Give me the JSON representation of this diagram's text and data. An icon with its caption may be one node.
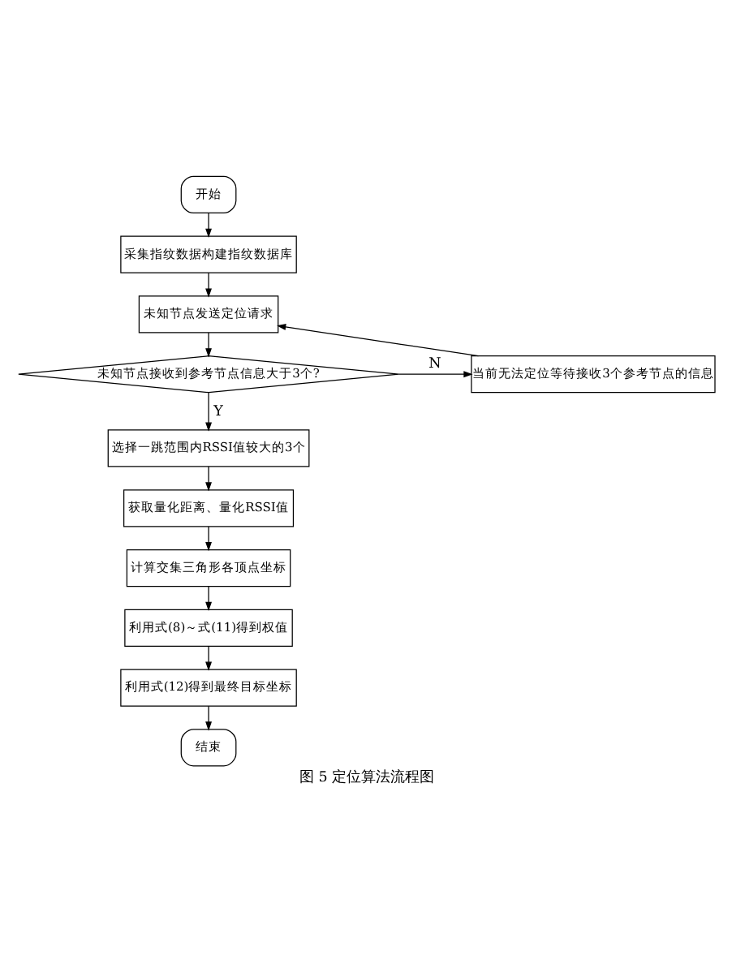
{
  "diagram": {
    "caption": "图 5 定位算法流程图",
    "nodes": [
      {
        "text": [
          "开始"
        ]
      },
      {
        "text": [
          "采集指纹数据构建指纹数据库"
        ]
      },
      {
        "text": [
          "未知节点发送定位请求"
        ]
      },
      {
        "text": [
          "未知节点接收到参考节点信息大于3个?"
        ]
      },
      {
        "text": [
          "当前无法定位等待接收3个参考节点的信息"
        ]
      },
      {
        "text": [
          "选择一跳范围内RSSI值较大的3个"
        ]
      },
      {
        "text": [
          "获取量化距离、量化RSSI值"
        ]
      },
      {
        "text": [
          "计算交集三角形各顶点坐标"
        ]
      },
      {
        "text": [
          "利用式(8)～式(11)得到权值"
        ]
      },
      {
        "text": [
          "利用式(12)得到最终目标坐标"
        ]
      },
      {
        "text": [
          "结束"
        ]
      }
    ],
    "edges": [
      {
        "from": 0,
        "to": 1,
        "arrow": "to"
      },
      {
        "from": 1,
        "to": 2,
        "arrow": "to"
      },
      {
        "from": 2,
        "to": 3,
        "arrow": "to"
      },
      {
        "from": 3,
        "to": 4,
        "arrow": "to",
        "label": "N"
      },
      {
        "from": 4,
        "to": 2,
        "arrow": "to"
      },
      {
        "from": 3,
        "to": 5,
        "arrow": "to",
        "label": "Y"
      },
      {
        "from": 5,
        "to": 6,
        "arrow": "to"
      },
      {
        "from": 6,
        "to": 7,
        "arrow": "to"
      },
      {
        "from": 7,
        "to": 8,
        "arrow": "to"
      },
      {
        "from": 8,
        "to": 9,
        "arrow": "to"
      },
      {
        "from": 9,
        "to": 10,
        "arrow": "to"
      }
    ]
  }
}
